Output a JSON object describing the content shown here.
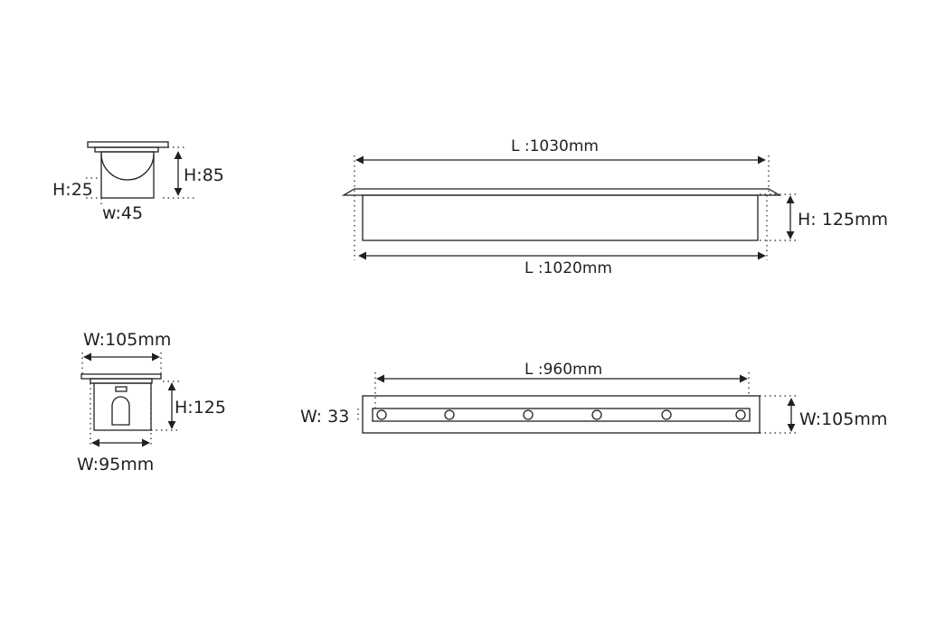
{
  "side_view_small": {
    "height_total": "H:85",
    "height_lens": "H:25",
    "width": "w:45"
  },
  "side_view_long": {
    "length_top": "L :1030mm",
    "length_bottom": "L :1020mm",
    "height": "H: 125mm"
  },
  "end_view": {
    "width_top": "W:105mm",
    "height": "H:125",
    "width_bottom": "W:95mm"
  },
  "top_view": {
    "length": "L :960mm",
    "width_inner": "W: 33",
    "width_outer": "W:105mm",
    "led_count": 6
  }
}
